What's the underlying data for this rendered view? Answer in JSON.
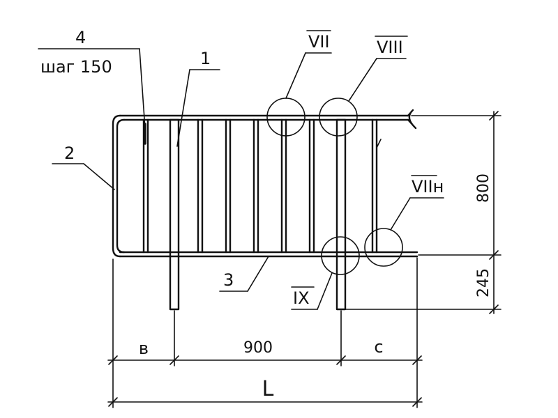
{
  "callouts": {
    "item4": "4",
    "pitch": "шаг 150",
    "item1": "1",
    "item2": "2",
    "item3": "3",
    "node7": "VII",
    "node8": "VIII",
    "node7n": "VIIн",
    "node9": "IX"
  },
  "dimensions": {
    "height_top": "800",
    "height_bottom": "245",
    "left_segment": "в",
    "mid_segment": "900",
    "right_segment": "с",
    "total": "L"
  },
  "colors": {
    "ink": "#111111",
    "paper": "#ffffff"
  }
}
